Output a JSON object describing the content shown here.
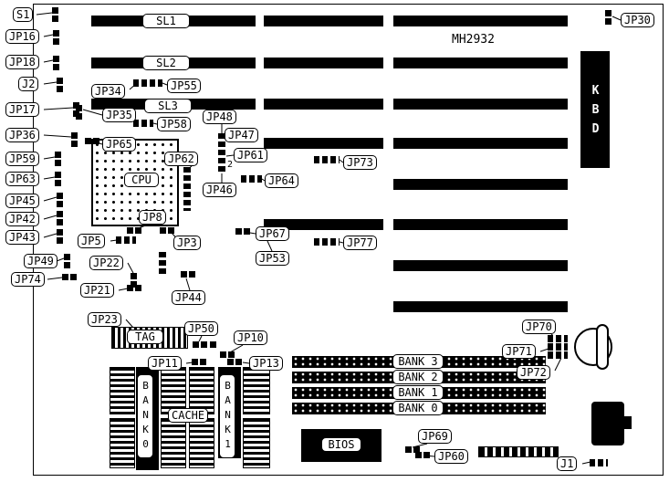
{
  "board": {
    "model": "MH2932",
    "pin2": "2",
    "ink_color": "#000000",
    "background_color": "#ffffff"
  },
  "slots": {
    "sl1": "SL1",
    "sl2": "SL2",
    "sl3": "SL3"
  },
  "memory": {
    "bank3": "BANK 3",
    "bank2": "BANK 2",
    "bank1": "BANK 1",
    "bank0": "BANK 0"
  },
  "chips": {
    "cpu": "CPU",
    "kbd": "KBD",
    "tag": "TAG",
    "cache": "CACHE",
    "bios": "BIOS",
    "cache_bank0": "BANK0",
    "cache_bank1": "BANK1"
  },
  "jumpers": {
    "s1": "S1",
    "j1": "J1",
    "j2": "J2",
    "jp3": "JP3",
    "jp5": "JP5",
    "jp8": "JP8",
    "jp10": "JP10",
    "jp11": "JP11",
    "jp13": "JP13",
    "jp16": "JP16",
    "jp17": "JP17",
    "jp18": "JP18",
    "jp21": "JP21",
    "jp22": "JP22",
    "jp23": "JP23",
    "jp30": "JP30",
    "jp34": "JP34",
    "jp35": "JP35",
    "jp36": "JP36",
    "jp42": "JP42",
    "jp43": "JP43",
    "jp44": "JP44",
    "jp45": "JP45",
    "jp46": "JP46",
    "jp47": "JP47",
    "jp48": "JP48",
    "jp49": "JP49",
    "jp50": "JP50",
    "jp53": "JP53",
    "jp55": "JP55",
    "jp58": "JP58",
    "jp59": "JP59",
    "jp60": "JP60",
    "jp61": "JP61",
    "jp62": "JP62",
    "jp63": "JP63",
    "jp64": "JP64",
    "jp65": "JP65",
    "jp67": "JP67",
    "jp69": "JP69",
    "jp70": "JP70",
    "jp71": "JP71",
    "jp72": "JP72",
    "jp73": "JP73",
    "jp74": "JP74",
    "jp77": "JP77"
  }
}
